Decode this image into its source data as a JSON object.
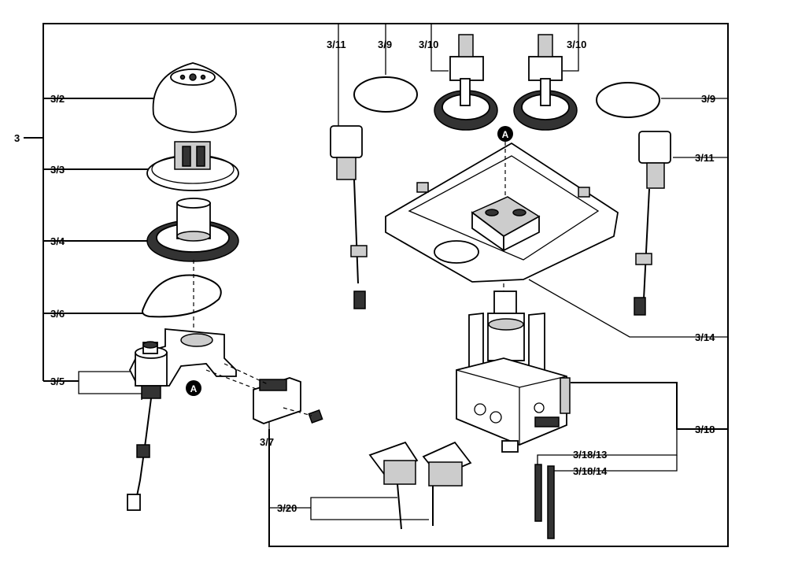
{
  "labels": {
    "root": "3",
    "p3_2": "3/2",
    "p3_3": "3/3",
    "p3_4": "3/4",
    "p3_6": "3/6",
    "p3_5": "3/5",
    "p3_7": "3/7",
    "p3_11_left": "3/11",
    "p3_9_left": "3/9",
    "p3_10_left": "3/10",
    "p3_10_right": "3/10",
    "p3_9_right": "3/9",
    "p3_11_right": "3/11",
    "p3_14": "3/14",
    "p3_18": "3/18",
    "p3_18_13": "3/18/13",
    "p3_18_14": "3/18/14",
    "p3_20": "3/20",
    "marker_a1": "A",
    "marker_a2": "A"
  }
}
